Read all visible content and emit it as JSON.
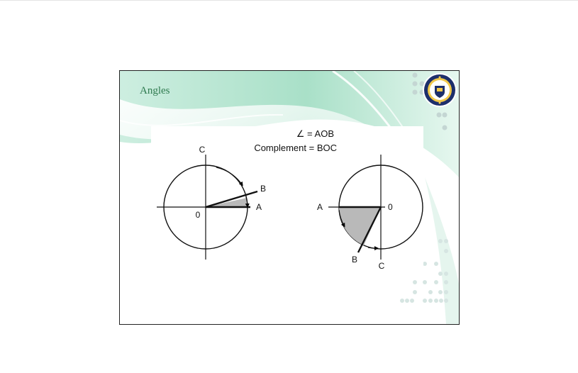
{
  "slide": {
    "title": "Angles",
    "logo_icon": "college-seal-icon",
    "accent_color": "#2f7a4f",
    "theme_color": "#bfe8d6"
  },
  "diagram": {
    "angle_line": "∠ = AOB",
    "complement_line": "Complement = BOC",
    "left_figure": {
      "labels": {
        "a": "A",
        "b": "B",
        "c": "C",
        "o": "0"
      }
    },
    "right_figure": {
      "labels": {
        "a": "A",
        "b": "B",
        "c": "C",
        "o": "0"
      }
    }
  }
}
